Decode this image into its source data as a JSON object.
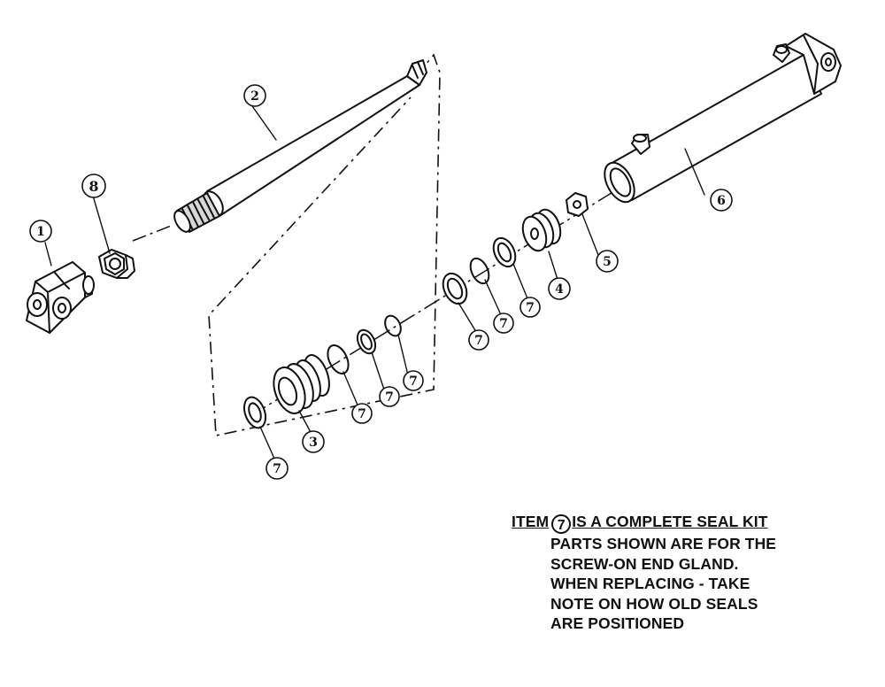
{
  "callouts": {
    "c1": "1",
    "c2": "2",
    "c3": "3",
    "c4": "4",
    "c5": "5",
    "c6": "6",
    "c8": "8",
    "c7a": "7",
    "c7b": "7",
    "c7c": "7",
    "c7d": "7",
    "c7e": "7",
    "c7f": "7",
    "c7g": "7"
  },
  "note": {
    "prefix": "ITEM",
    "item": "7",
    "heading": "IS A COMPLETE SEAL KIT",
    "line1": "PARTS SHOWN ARE FOR THE",
    "line2": "SCREW-ON END GLAND.",
    "line3": "WHEN REPLACING - TAKE",
    "line4": "NOTE ON HOW OLD SEALS",
    "line5": "ARE POSITIONED"
  }
}
